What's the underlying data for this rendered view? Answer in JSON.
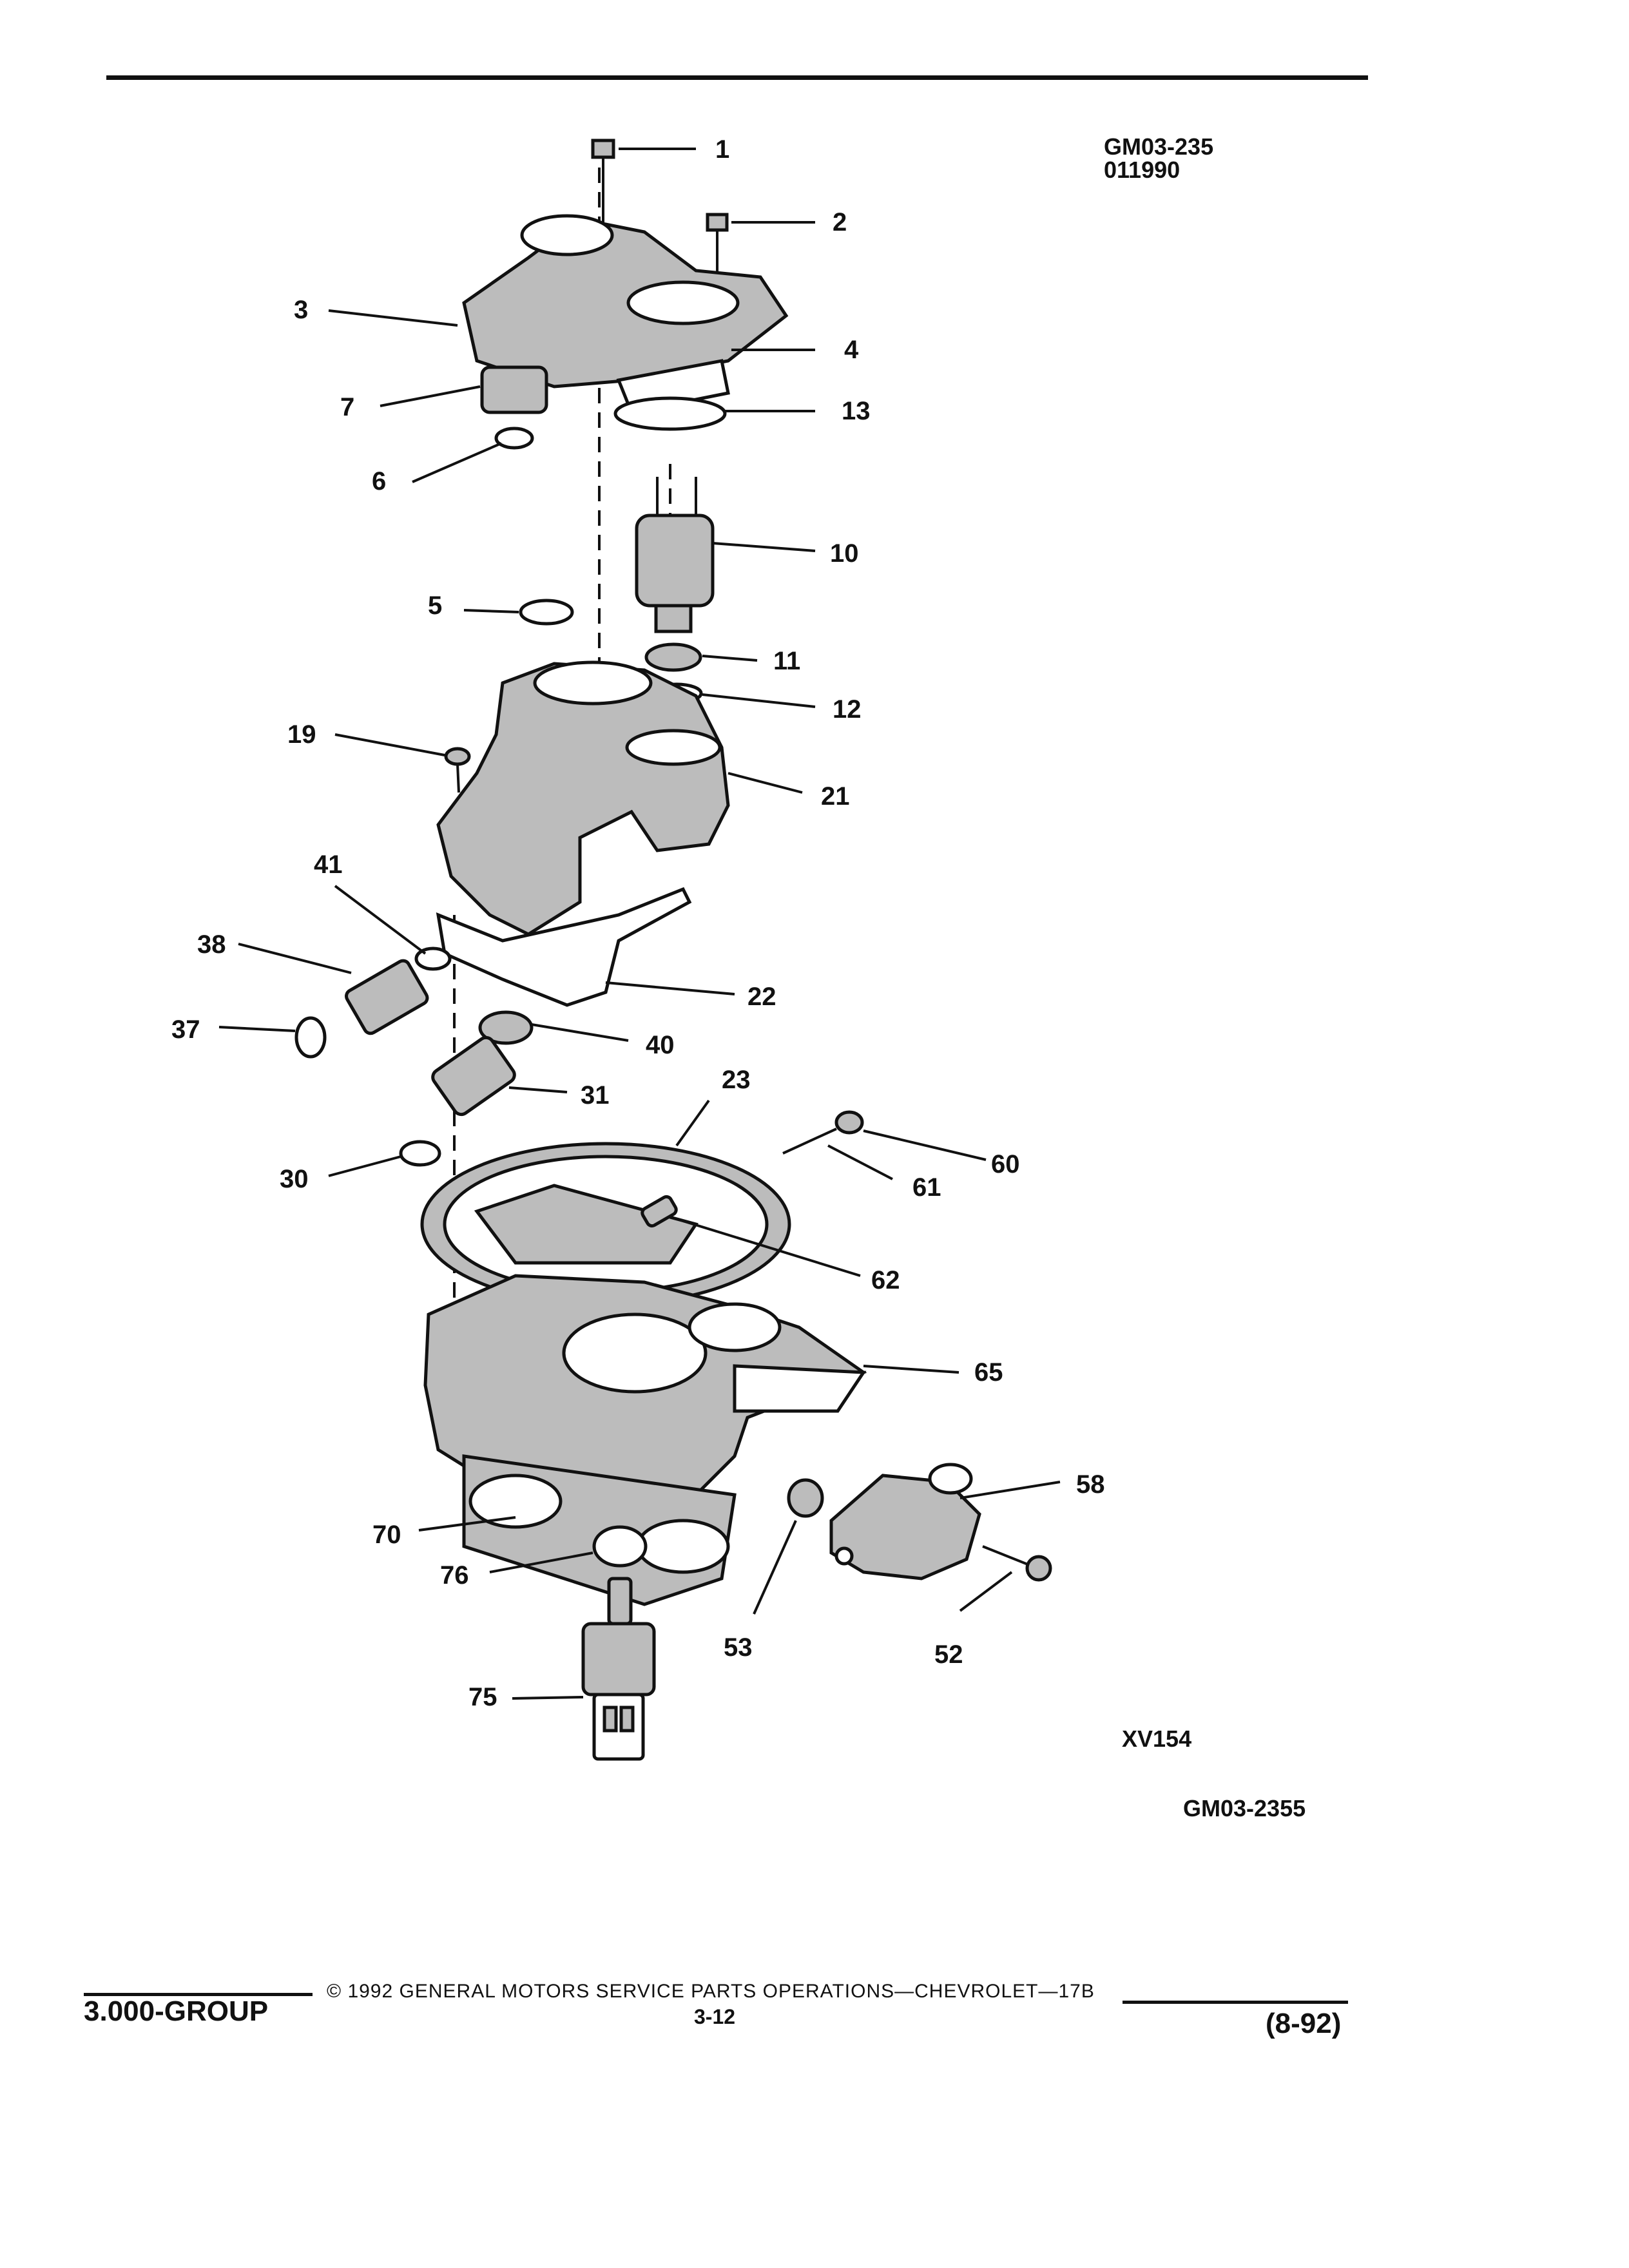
{
  "header": {
    "ref_code": "GM03-235",
    "ref_date": "011990"
  },
  "callouts": [
    {
      "id": "c1",
      "label": "1"
    },
    {
      "id": "c2",
      "label": "2"
    },
    {
      "id": "c3",
      "label": "3"
    },
    {
      "id": "c4",
      "label": "4"
    },
    {
      "id": "c7",
      "label": "7"
    },
    {
      "id": "c13",
      "label": "13"
    },
    {
      "id": "c6",
      "label": "6"
    },
    {
      "id": "c10",
      "label": "10"
    },
    {
      "id": "c5",
      "label": "5"
    },
    {
      "id": "c11",
      "label": "11"
    },
    {
      "id": "c12",
      "label": "12"
    },
    {
      "id": "c19",
      "label": "19"
    },
    {
      "id": "c21",
      "label": "21"
    },
    {
      "id": "c41",
      "label": "41"
    },
    {
      "id": "c38",
      "label": "38"
    },
    {
      "id": "c22",
      "label": "22"
    },
    {
      "id": "c37",
      "label": "37"
    },
    {
      "id": "c40",
      "label": "40"
    },
    {
      "id": "c23",
      "label": "23"
    },
    {
      "id": "c31",
      "label": "31"
    },
    {
      "id": "c60",
      "label": "60"
    },
    {
      "id": "c30",
      "label": "30"
    },
    {
      "id": "c61",
      "label": "61"
    },
    {
      "id": "c62",
      "label": "62"
    },
    {
      "id": "c65",
      "label": "65"
    },
    {
      "id": "c58",
      "label": "58"
    },
    {
      "id": "c70",
      "label": "70"
    },
    {
      "id": "c76",
      "label": "76"
    },
    {
      "id": "c53",
      "label": "53"
    },
    {
      "id": "c52",
      "label": "52"
    },
    {
      "id": "c75",
      "label": "75"
    }
  ],
  "figure_code": "XV154",
  "figure_ref": "GM03-2355",
  "footer": {
    "group": "3.000-GROUP",
    "copyright": "© 1992 GENERAL MOTORS SERVICE PARTS OPERATIONS—CHEVROLET—17B",
    "page": "3-12",
    "revision": "(8-92)"
  }
}
